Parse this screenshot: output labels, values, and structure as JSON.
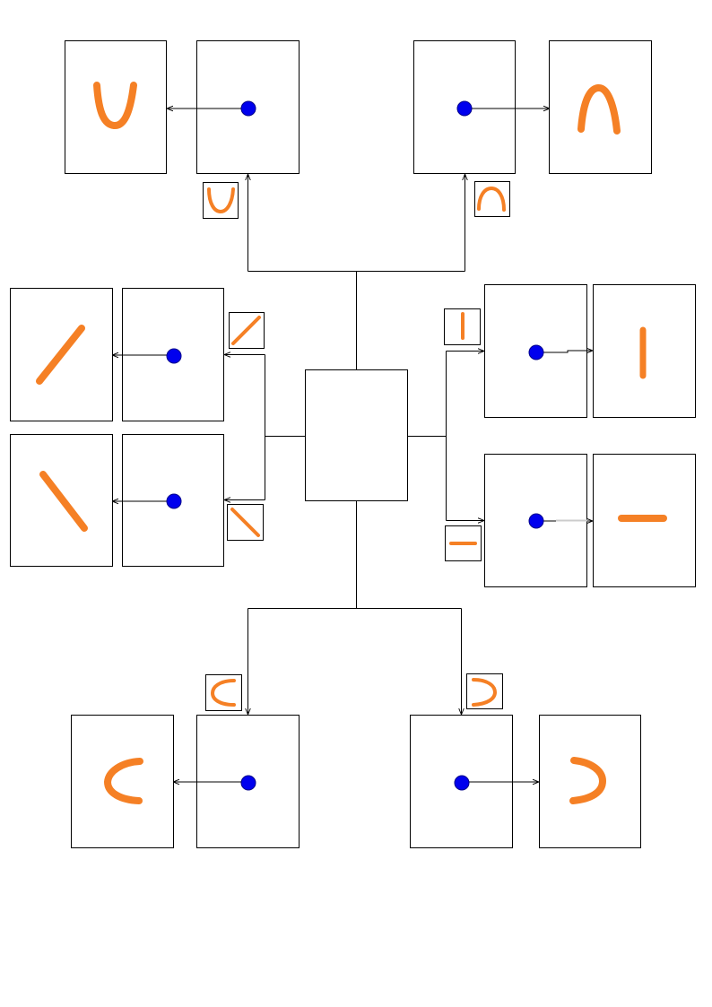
{
  "colors": {
    "stroke_color": "#f58025",
    "dot_color": "#0000ee",
    "dot_outline": "#00008b",
    "line_color": "#000000",
    "panel_border": "#000000",
    "background": "#ffffff"
  },
  "hub": {
    "label": ""
  },
  "branches": [
    {
      "id": "u-shape",
      "gesture": "u-curve-opening-up",
      "direction": "up"
    },
    {
      "id": "n-shape",
      "gesture": "arch-opening-down",
      "direction": "up"
    },
    {
      "id": "slash",
      "gesture": "diagonal-rising",
      "direction": "left"
    },
    {
      "id": "backslash",
      "gesture": "diagonal-falling",
      "direction": "left"
    },
    {
      "id": "vertical",
      "gesture": "vertical-line",
      "direction": "right"
    },
    {
      "id": "horizontal",
      "gesture": "horizontal-line",
      "direction": "right"
    },
    {
      "id": "c-shape",
      "gesture": "curve-opening-right",
      "direction": "down"
    },
    {
      "id": "reverse-c-shape",
      "gesture": "curve-opening-left",
      "direction": "down"
    }
  ]
}
